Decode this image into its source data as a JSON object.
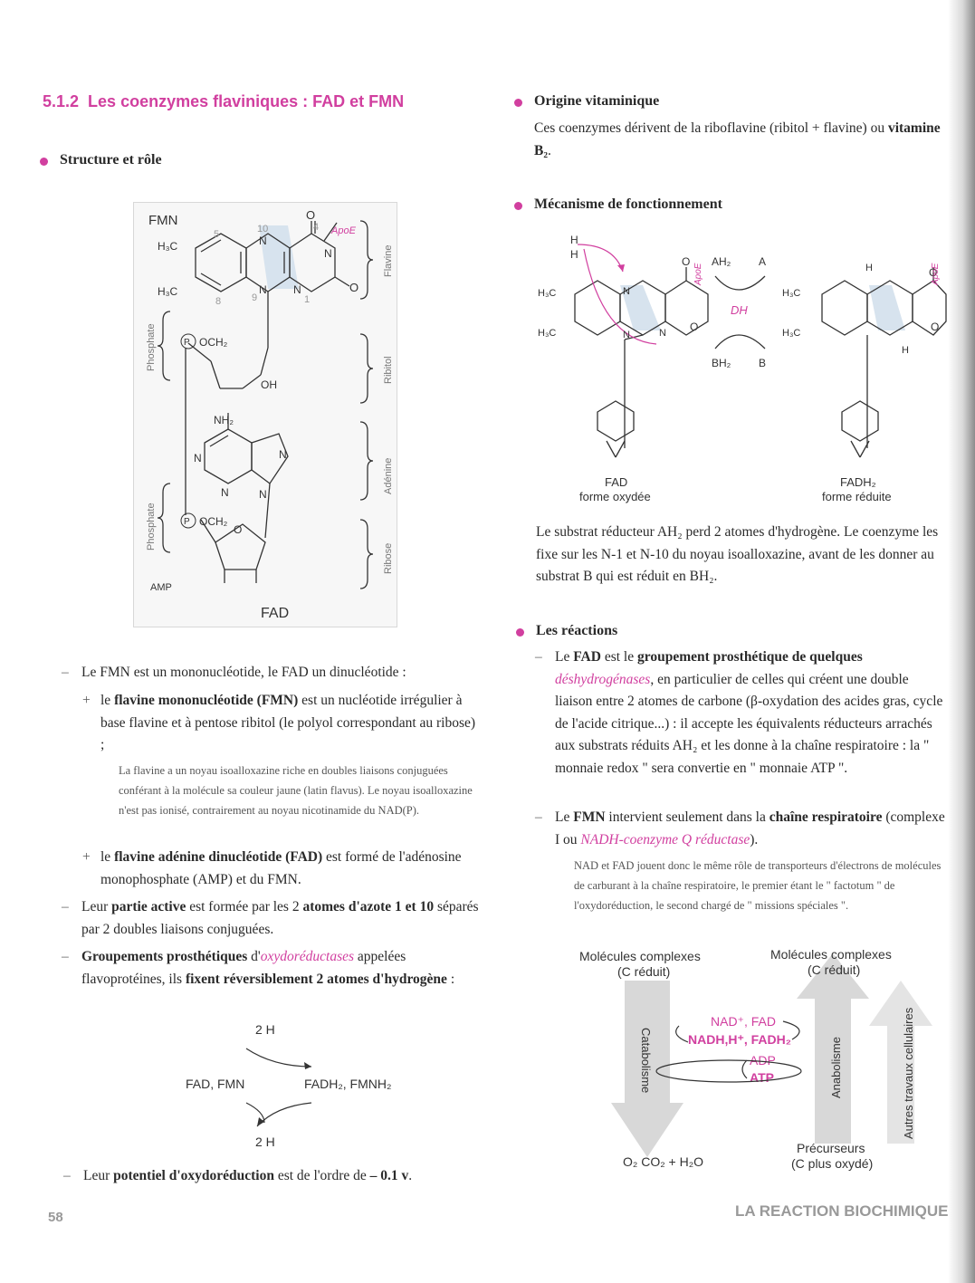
{
  "section": {
    "number": "5.1.2",
    "title": "Les coenzymes flaviniques : FAD et FMN"
  },
  "left": {
    "heading_structure": "Structure et rôle",
    "figure": {
      "fmn": "FMN",
      "fad": "FAD",
      "amp": "AMP",
      "h3c": "H₃C",
      "nh2": "NH₂",
      "n": "N",
      "o": "O",
      "oh": "OH",
      "p_och2": "P",
      "och2": "OCH₂",
      "num5": "5",
      "num8": "8",
      "num9": "9",
      "num10": "10",
      "num4": "4",
      "num1": "1",
      "apoe": "ApoE",
      "flavine": "Flavine",
      "ribitol": "Ribitol",
      "adenine": "Adénine",
      "ribose": "Ribose",
      "phosphate": "Phosphate"
    },
    "item1": "Le FMN est un mononucléotide, le FAD un dinucléotide :",
    "sub1_bold": "flavine mononucléotide",
    "sub1_bold2": "(FMN)",
    "sub1_rest": "est un nucléotide irrégulier à base flavine et à pentose ribitol (le polyol correspondant au ribose) ;",
    "sub1_pre": "le",
    "note1": "La flavine a un noyau isoalloxazine riche en doubles liaisons conjuguées conférant à la molécule sa couleur jaune (latin flavus). Le noyau isoalloxazine n'est pas ionisé, contrairement au noyau nicotinamide du NAD(P).",
    "sub2_pre": "le",
    "sub2_bold": "flavine adénine dinucléotide",
    "sub2_bold2": "(FAD)",
    "sub2_rest": "est formé de l'adénosine monophosphate (AMP) et du FMN.",
    "item2_pre": "Leur",
    "item2_bold": "partie active",
    "item2_mid": "est formée par les 2",
    "item2_bold2": "atomes d'azote 1 et 10",
    "item2_rest": "séparés par 2 doubles liaisons conjuguées.",
    "item3_bold": "Groupements prosthétiques",
    "item3_mid": "d'",
    "item3_it": "oxydoréductases",
    "item3_rest": "appelées flavoprotéines, ils",
    "item3_bold2": "fixent réversiblement 2 atomes d'hydrogène",
    "item3_end": ":",
    "cycle": {
      "top": "2 H",
      "bottom": "2 H",
      "left": "FAD, FMN",
      "right": "FADH₂, FMNH₂"
    },
    "item4_pre": "Leur",
    "item4_bold": "potentiel d'oxydoréduction",
    "item4_mid": "est de l'ordre de",
    "item4_bold2": "– 0.1 v",
    "item4_end": "."
  },
  "right": {
    "heading_origin": "Origine vitaminique",
    "origin_text": "Ces coenzymes dérivent de la riboflavine (ribitol + flavine) ou",
    "origin_bold": "vitamine B₂",
    "origin_end": ".",
    "heading_mech": "Mécanisme de fonctionnement",
    "mech": {
      "h": "H",
      "ah2": "AH₂",
      "a": "A",
      "dh": "DH",
      "bh2": "BH₂",
      "b": "B",
      "fad": "FAD",
      "fad_form": "forme oxydée",
      "fadh2": "FADH₂",
      "fadh2_form": "forme réduite",
      "apoe": "ApoE",
      "h3c": "H₃C",
      "n": "N",
      "o": "O"
    },
    "mech_text": "Le substrat réducteur AH₂ perd 2 atomes d'hydrogène. Le coenzyme les fixe sur les N-1 et N-10 du noyau isoalloxazine, avant de les donner au substrat B qui est réduit en BH₂.",
    "heading_reactions": "Les réactions",
    "r1_pre": "Le",
    "r1_bold": "FAD",
    "r1_mid": "est le",
    "r1_bold2": "groupement prosthétique de quelques",
    "r1_it": "déshydrogénases",
    "r1_rest": ", en particulier de celles qui créent une double liaison entre 2 atomes de carbone (β-oxydation des acides gras, cycle de l'acide citrique...) : il accepte les équivalents réducteurs arrachés aux substrats réduits AH₂ et les donne à la chaîne respiratoire : la \" monnaie redox \" sera convertie en \" monnaie ATP \".",
    "r2_pre": "Le",
    "r2_bold": "FMN",
    "r2_mid": "intervient seulement dans la",
    "r2_bold2": "chaîne respiratoire",
    "r2_rest": "(complexe I ou",
    "r2_it": "NADH-coenzyme Q réductase",
    "r2_end": ").",
    "note2": "NAD et FAD jouent donc le même rôle de transporteurs d'électrons de molécules de carburant à la chaîne respiratoire, le premier étant le \" factotum \" de l'oxydoréduction, le second chargé de \" missions spéciales \".",
    "diagram": {
      "mol_left": "Molécules complexes",
      "mol_left2": "(C réduit)",
      "mol_right": "Molécules complexes",
      "mol_right2": "(C réduit)",
      "catabolisme": "Catabolisme",
      "anabolisme": "Anabolisme",
      "travaux": "Autres travaux cellulaires",
      "nad_fad": "NAD⁺, FAD",
      "nadh": "NADH,H⁺, FADH₂",
      "adp": "ADP",
      "atp": "ATP",
      "products": "O₂  CO₂ + H₂O",
      "precursors": "Précurseurs",
      "precursors2": "(C plus oxydé)"
    }
  },
  "footer": {
    "page": "58",
    "chapter": "LA REACTION BIOCHIMIQUE"
  }
}
